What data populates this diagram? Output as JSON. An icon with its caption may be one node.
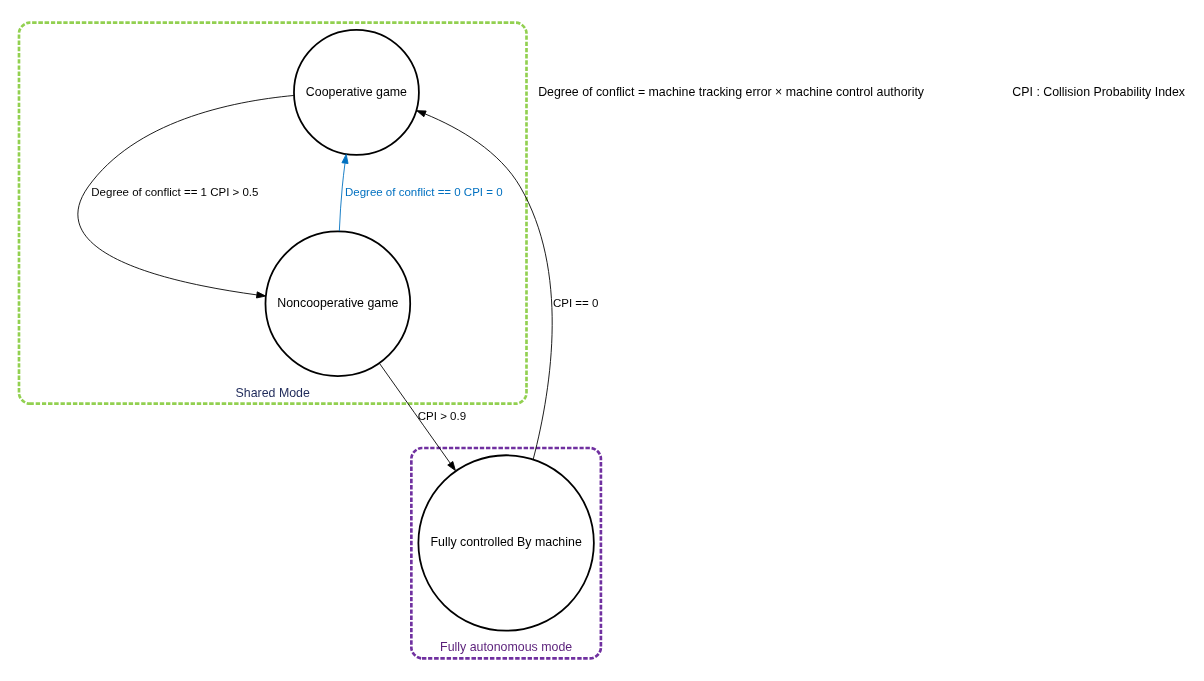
{
  "diagram": {
    "nodes": [
      {
        "text": [
          "Shared Mode"
        ]
      },
      {
        "text": [
          "Cooperative game"
        ],
        "in": 0
      },
      {
        "text": [
          "Noncooperative game"
        ],
        "in": 0
      },
      {
        "text": [
          "Fully autonomous mode"
        ]
      },
      {
        "text": [
          "Fully controlled By machine"
        ],
        "in": 3
      }
    ],
    "edges": [
      {
        "from": 1,
        "to": 2,
        "arrow": "to",
        "label": "Degree of conflict == 1 CPI > 0.5"
      },
      {
        "from": 2,
        "to": 1,
        "arrow": "to",
        "label": "Degree of conflict == 0 CPI = 0",
        "color": "#0070c0"
      },
      {
        "from": 2,
        "to": 4,
        "arrow": "to",
        "label": "CPI > 0.9"
      },
      {
        "from": 4,
        "to": 1,
        "arrow": "to",
        "label": "CPI == 0"
      }
    ],
    "labels": [
      "Degree of conflict = machine tracking error × machine control authority",
      "CPI : Collision Probability Index"
    ]
  }
}
